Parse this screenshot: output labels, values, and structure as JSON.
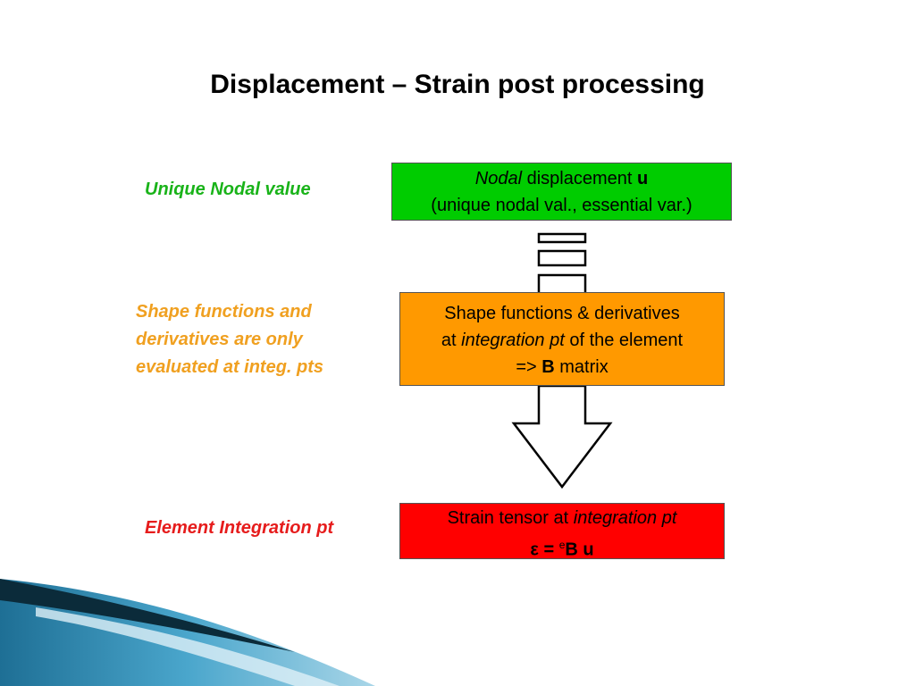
{
  "title": "Displacement – Strain post processing",
  "labels": {
    "nodal": "Unique Nodal value",
    "shape": [
      "Shape functions and",
      "derivatives are only",
      "evaluated at integ. pts"
    ],
    "element": "Element Integration pt"
  },
  "boxes": {
    "nodal": {
      "line1_italic": "Nodal",
      "line1_text": " displacement ",
      "line1_bold": "u",
      "line2": "(unique nodal val., essential var.)"
    },
    "shape": {
      "line1": "Shape functions & derivatives",
      "line2_pre": "at ",
      "line2_italic": "integration pt",
      "line2_post": " of the element",
      "line3_pre": "=> ",
      "line3_bold": "B",
      "line3_post": " matrix"
    },
    "strain": {
      "line1_pre": "Strain tensor at ",
      "line1_italic": "integration pt",
      "line2_eps": "ε = ",
      "line2_sup": "e",
      "line2_bold": "B u"
    }
  },
  "colors": {
    "green": "#00cc00",
    "green_label": "#19b319",
    "orange": "#ff9900",
    "orange_label": "#f0a020",
    "red": "#ff0000",
    "red_label": "#e61c1c"
  },
  "icons": [
    "arrow-segment-icon",
    "down-arrow-icon",
    "slide-wave-decoration"
  ]
}
